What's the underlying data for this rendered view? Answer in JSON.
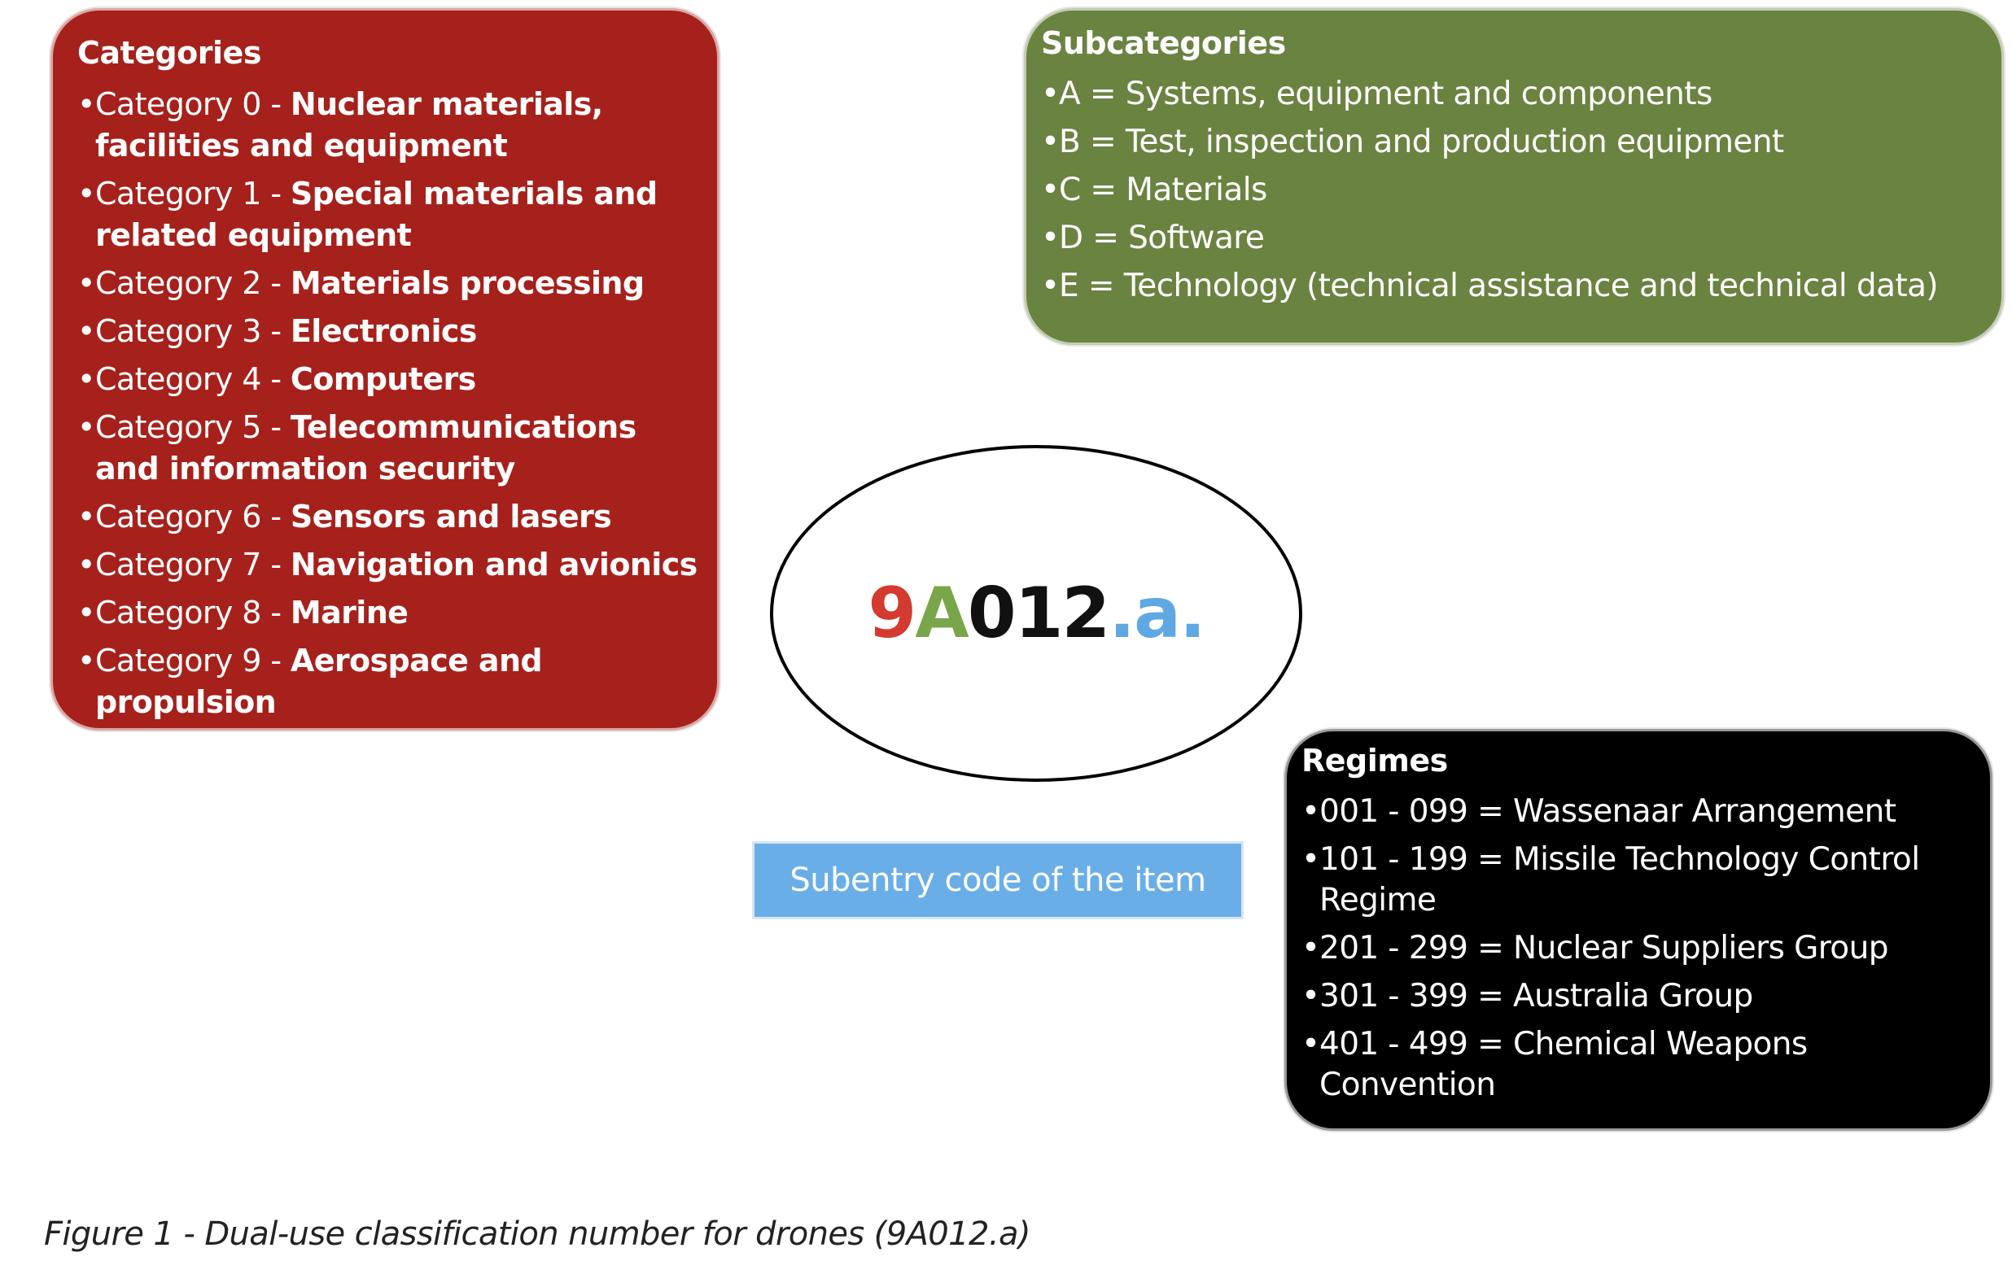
{
  "categories": {
    "title": "Categories",
    "items": [
      {
        "prefix": "Category 0 - ",
        "name": "Nuclear materials, facilities and equipment"
      },
      {
        "prefix": "Category 1 - ",
        "name": "Special materials and related equipment"
      },
      {
        "prefix": "Category 2 - ",
        "name": "Materials processing"
      },
      {
        "prefix": "Category 3 - ",
        "name": "Electronics"
      },
      {
        "prefix": "Category 4 - ",
        "name": "Computers"
      },
      {
        "prefix": "Category 5 - ",
        "name": "Telecommunications and information security"
      },
      {
        "prefix": "Category 6 - ",
        "name": "Sensors and lasers"
      },
      {
        "prefix": "Category 7 - ",
        "name": "Navigation and avionics"
      },
      {
        "prefix": "Category 8 - ",
        "name": "Marine"
      },
      {
        "prefix": "Category 9 - ",
        "name": "Aerospace and propulsion"
      }
    ]
  },
  "subcategories": {
    "title": "Subcategories",
    "items": [
      "A = Systems, equipment and components",
      "B = Test, inspection and production equipment",
      "C = Materials",
      "D = Software",
      "E = Technology (technical assistance and technical data)"
    ]
  },
  "regimes": {
    "title": "Regimes",
    "items": [
      "001 - 099 = Wassenaar Arrangement",
      "101 - 199 = Missile Technology Control Regime",
      "201 - 299 = Nuclear Suppliers Group",
      "301 - 399 = Australia Group",
      "401 - 499 = Chemical Weapons Convention"
    ]
  },
  "code": {
    "category": "9",
    "subcategory": "A",
    "number": "012",
    "suffix": ".a."
  },
  "subentry_label": "Subentry code of the item",
  "caption": "Figure 1 - Dual-use classification number for drones (9A012.a)",
  "colors": {
    "categories_bg": "#a6211c",
    "subcategories_bg": "#6a8341",
    "regimes_bg": "#000000",
    "subentry_bg": "#6aaee8",
    "code_category": "#d43a2f",
    "code_subcategory": "#7aa64a",
    "code_number": "#111111",
    "code_suffix": "#5fa8e2"
  }
}
